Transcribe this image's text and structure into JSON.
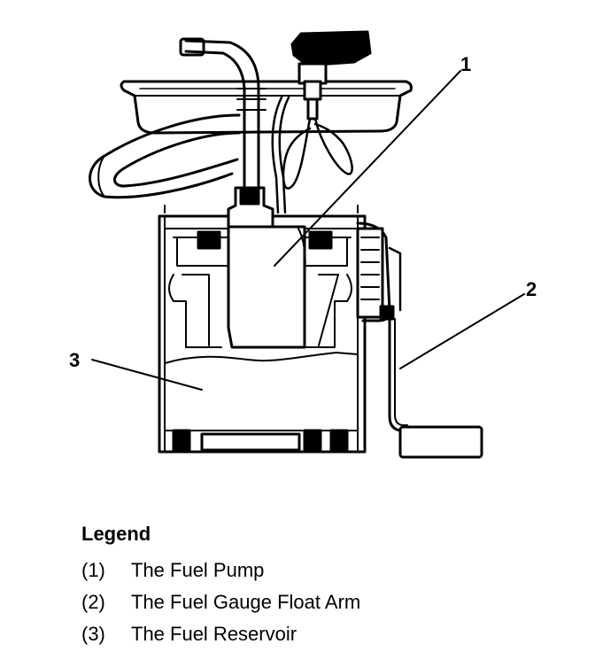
{
  "diagram": {
    "callouts": [
      "1",
      "2",
      "3"
    ]
  },
  "legend": {
    "title": "Legend",
    "items": [
      {
        "number": "(1)",
        "label": "The Fuel Pump"
      },
      {
        "number": "(2)",
        "label": "The Fuel Gauge Float Arm"
      },
      {
        "number": "(3)",
        "label": "The Fuel Reservoir"
      }
    ]
  }
}
